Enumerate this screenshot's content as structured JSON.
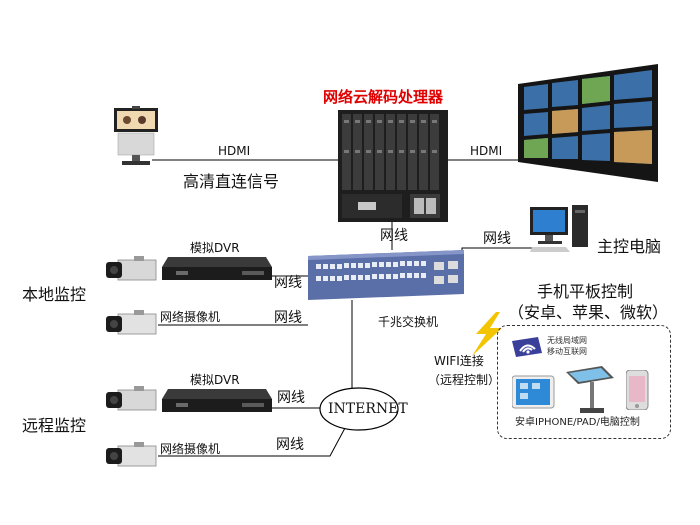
{
  "title": "网络云解码处理器",
  "labels": {
    "hdmi_left": "HDMI",
    "hdmi_right": "HDMI",
    "hd_signal": "高清直连信号",
    "net_processor": "网线",
    "net_pc": "网线",
    "pc": "主控电脑",
    "analog_dvr_1": "模拟DVR",
    "net_dvr_1": "网线",
    "net_cam_1_label": "网络摄像机",
    "net_cam_1_wire": "网线",
    "local_monitor": "本地监控",
    "gigabit_switch": "千兆交换机",
    "mobile_title_1": "手机平板控制",
    "mobile_title_2": "（安卓、苹果、微软）",
    "wifi_1": "WIFI连接",
    "wifi_2": "（远程控制）",
    "wlan_1": "无线局域网",
    "wlan_2": "移动互联网",
    "devices_caption": "安卓IPHONE/PAD/电脑控制",
    "analog_dvr_2": "模拟DVR",
    "net_dvr_2": "网线",
    "internet": "INTERNET",
    "net_cam_2_label": "网络摄像机",
    "net_cam_2_wire": "网线",
    "remote_monitor": "远程监控"
  },
  "icons": {
    "video_conference": "video-conference-terminal-icon",
    "decoder": "decoder-rack-icon",
    "video_wall": "video-wall-icon",
    "pc": "desktop-computer-icon",
    "switch": "network-switch-icon",
    "dvr": "dvr-box-icon",
    "camera": "cctv-camera-icon",
    "wifi": "wireless-bolt-icon",
    "tablet": "tablet-icon",
    "kiosk": "touch-kiosk-icon",
    "phone": "smartphone-icon"
  },
  "colors": {
    "title": "#e00000",
    "wire": "#000000",
    "switch_body": "#5a6ea8",
    "rack": "#1e1e1e",
    "wifi_bolt": "#f3c400"
  }
}
